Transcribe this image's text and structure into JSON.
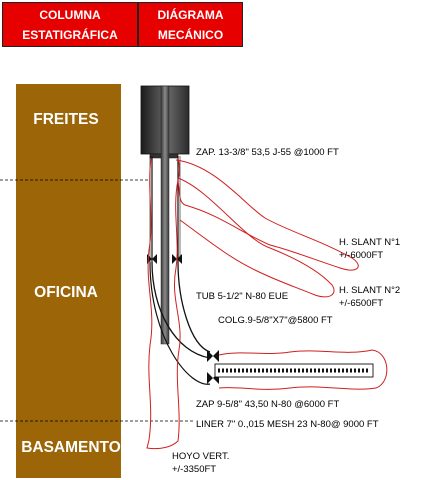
{
  "header": {
    "stratigraphic_column": [
      "COLUMNA",
      "ESTATIGRÁFICA"
    ],
    "mechanical_diagram": [
      "DIÁGRAMA",
      "MECÁNICO"
    ]
  },
  "formations": [
    "FREITES",
    "OFICINA",
    "BASAMENTO"
  ],
  "annotations": {
    "casing_shoe_13_3_8": "ZAP. 13-3/8\" 53,5 J-55 @1000 FT",
    "slant_1": [
      "H. SLANT N°1",
      "+/-6000FT"
    ],
    "slant_2": [
      "H. SLANT N°2",
      "+/-6500FT"
    ],
    "tubing": "TUB 5-1/2\" N-80 EUE",
    "collar": "COLG.9-5/8\"X7\"@5800 FT",
    "casing_shoe_9_5_8": "ZAP 9-5/8\" 43,50 N-80 @6000 FT",
    "liner": "LINER  7\" 0.,015 MESH  23 N-80@ 9000 FT",
    "vertical_hole": [
      "HOYO VERT.",
      "+/-3350FT"
    ]
  },
  "colors": {
    "header_bg": "#e60000",
    "column_fill": "#9b6508",
    "casing_dark": "#2a2a2a",
    "hole_outline": "#d11f1f"
  }
}
